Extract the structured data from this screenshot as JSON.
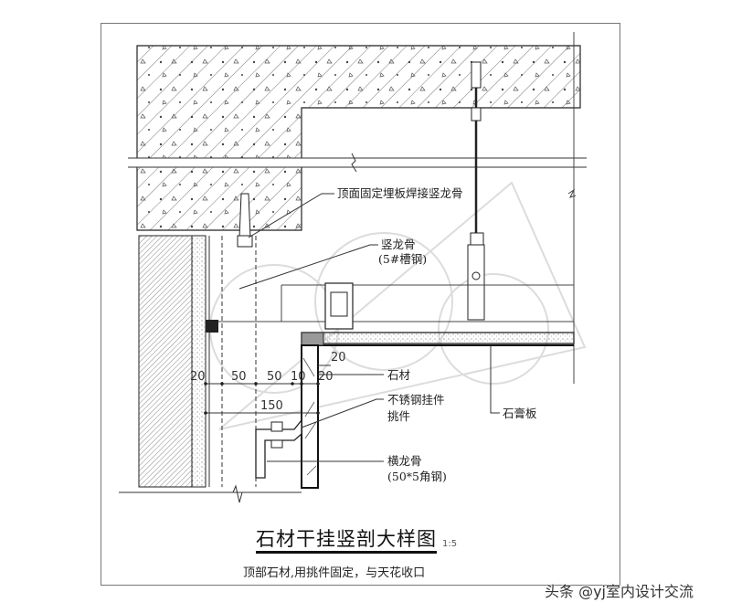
{
  "drawing": {
    "title": "石材干挂竖剖大样图",
    "scale": "1:5",
    "subtitle": "顶部石材,用挑件固定，与天花收口",
    "watermark": "头条 @yj室内设计交流"
  },
  "callouts": {
    "embed_plate": "顶面固定埋板焊接竖龙骨",
    "vertical_keel": "竖龙骨",
    "vertical_keel_spec": "(5#槽钢)",
    "stone": "石材",
    "stainless_hanger": "不锈钢挂件",
    "cantilever": "挑件",
    "horizontal_keel": "横龙骨",
    "horizontal_keel_spec": "(50*5角钢)",
    "gypsum_board": "石膏板"
  },
  "dimensions": {
    "d1": "20",
    "d2": "50",
    "d3": "50",
    "d4": "10",
    "d5": "20",
    "total": "150",
    "top_offset": "20"
  },
  "colors": {
    "line": "#222222",
    "hatch": "#555555",
    "watermark_lines": "#d8d8d8"
  }
}
